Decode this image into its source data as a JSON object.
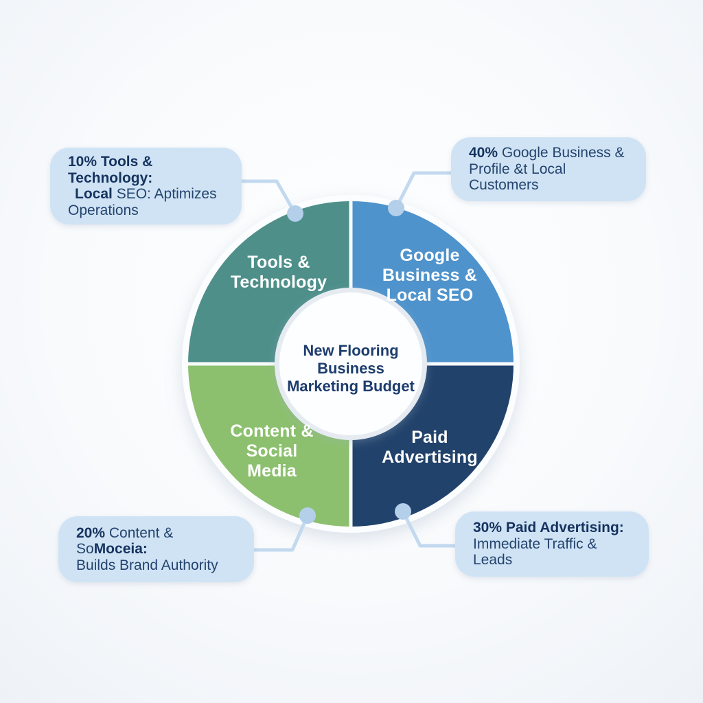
{
  "title": {
    "line1": "New Flooring Business",
    "line2": "Marketing Budget"
  },
  "segments": [
    {
      "id": "google-business-local-seo",
      "percent": 40,
      "color": "#4f93cc",
      "label_lines": [
        "Google",
        "Business &",
        "Local SEO"
      ]
    },
    {
      "id": "paid-advertising",
      "percent": 30,
      "color": "#21426b",
      "label_lines": [
        "Paid",
        "Advertising"
      ]
    },
    {
      "id": "content-social-media",
      "percent": 20,
      "color": "#8cc06e",
      "label_lines": [
        "Content &",
        "Social",
        "Media"
      ]
    },
    {
      "id": "tools-technology",
      "percent": 10,
      "color": "#4e8f8a",
      "label_lines": [
        "Tools &",
        "Technology"
      ]
    }
  ],
  "callouts": {
    "top_left": {
      "line1_bold": "10% Tools & Technology:",
      "line2_bold": "Local",
      "line2_rest": " SEO: Aptimizes",
      "line3": "Operations"
    },
    "top_right": {
      "line1_bold": "40%",
      "line1_rest": " Google Business &",
      "line2": "Profile &t Local Customers"
    },
    "bottom_left": {
      "line1_bold": "20%",
      "line1_mid": " Content & So",
      "line1_bold2": "Moceia:",
      "line2": "Builds Brand Authority"
    },
    "bottom_right": {
      "line1_bold": "30% Paid Advertising:",
      "line2": "Immediate Traffic & Leads"
    }
  },
  "colors": {
    "callout_background": "#cfe3f4",
    "connector": "#c3d9ef",
    "connector_node": "#b3cfea",
    "text_navy": "#16335f",
    "segment_label": "#ffffff",
    "page_background": "#f6f9fc"
  },
  "chart_data": {
    "type": "pie",
    "title": "New Flooring Business Marketing Budget",
    "labels": [
      "Google Business & Local SEO",
      "Paid Advertising",
      "Content & Social Media",
      "Tools & Technology"
    ],
    "values": [
      40,
      30,
      20,
      10
    ],
    "colors": [
      "#4f93cc",
      "#21426b",
      "#8cc06e",
      "#4e8f8a"
    ],
    "legend_position": "none",
    "donut": true,
    "annotations": [
      "10% Tools & Technology: Local SEO: Aptimizes Operations",
      "40% Google Business & Profile &t Local Customers",
      "20% Content & SoMoceia: Builds Brand Authority",
      "30% Paid Advertising: Immediate Traffic & Leads"
    ]
  }
}
